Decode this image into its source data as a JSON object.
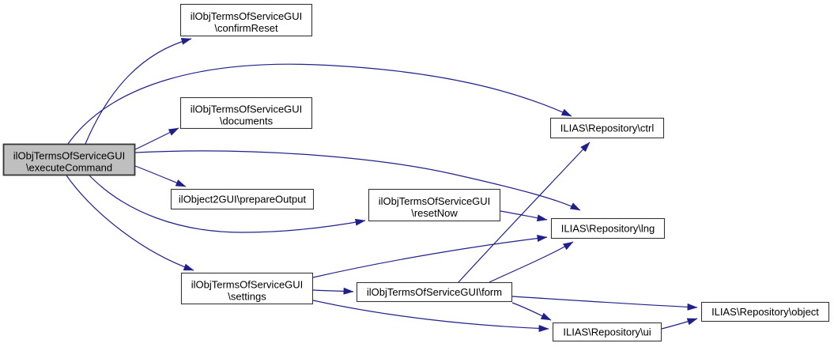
{
  "diagram": {
    "type": "call-graph",
    "colors": {
      "background": "#ffffff",
      "edge": "#20208c",
      "node_border": "#353535",
      "node_fill": "#ffffff",
      "highlight_fill": "#bfbfbf",
      "text": "#000000"
    },
    "nodes": [
      {
        "id": "executeCommand",
        "lines": [
          "ilObjTermsOfServiceGUI",
          "\\executeCommand"
        ],
        "highlighted": true
      },
      {
        "id": "confirmReset",
        "lines": [
          "ilObjTermsOfServiceGUI",
          "\\confirmReset"
        ],
        "highlighted": false
      },
      {
        "id": "documents",
        "lines": [
          "ilObjTermsOfServiceGUI",
          "\\documents"
        ],
        "highlighted": false
      },
      {
        "id": "prepareOutput",
        "lines": [
          "ilObject2GUI\\prepareOutput"
        ],
        "highlighted": false
      },
      {
        "id": "resetNow",
        "lines": [
          "ilObjTermsOfServiceGUI",
          "\\resetNow"
        ],
        "highlighted": false
      },
      {
        "id": "settings",
        "lines": [
          "ilObjTermsOfServiceGUI",
          "\\settings"
        ],
        "highlighted": false
      },
      {
        "id": "form",
        "lines": [
          "ilObjTermsOfServiceGUI\\form"
        ],
        "highlighted": false
      },
      {
        "id": "ctrl",
        "lines": [
          "ILIAS\\Repository\\ctrl"
        ],
        "highlighted": false
      },
      {
        "id": "lng",
        "lines": [
          "ILIAS\\Repository\\lng"
        ],
        "highlighted": false
      },
      {
        "id": "object",
        "lines": [
          "ILIAS\\Repository\\object"
        ],
        "highlighted": false
      },
      {
        "id": "ui",
        "lines": [
          "ILIAS\\Repository\\ui"
        ],
        "highlighted": false
      }
    ],
    "edges": [
      {
        "from": "executeCommand",
        "to": "confirmReset"
      },
      {
        "from": "executeCommand",
        "to": "documents"
      },
      {
        "from": "executeCommand",
        "to": "ctrl"
      },
      {
        "from": "executeCommand",
        "to": "lng"
      },
      {
        "from": "executeCommand",
        "to": "prepareOutput"
      },
      {
        "from": "executeCommand",
        "to": "resetNow"
      },
      {
        "from": "executeCommand",
        "to": "settings"
      },
      {
        "from": "resetNow",
        "to": "lng"
      },
      {
        "from": "settings",
        "to": "form"
      },
      {
        "from": "settings",
        "to": "lng"
      },
      {
        "from": "settings",
        "to": "ui"
      },
      {
        "from": "form",
        "to": "ctrl"
      },
      {
        "from": "form",
        "to": "lng"
      },
      {
        "from": "form",
        "to": "object"
      },
      {
        "from": "form",
        "to": "ui"
      },
      {
        "from": "ui",
        "to": "object"
      }
    ]
  }
}
